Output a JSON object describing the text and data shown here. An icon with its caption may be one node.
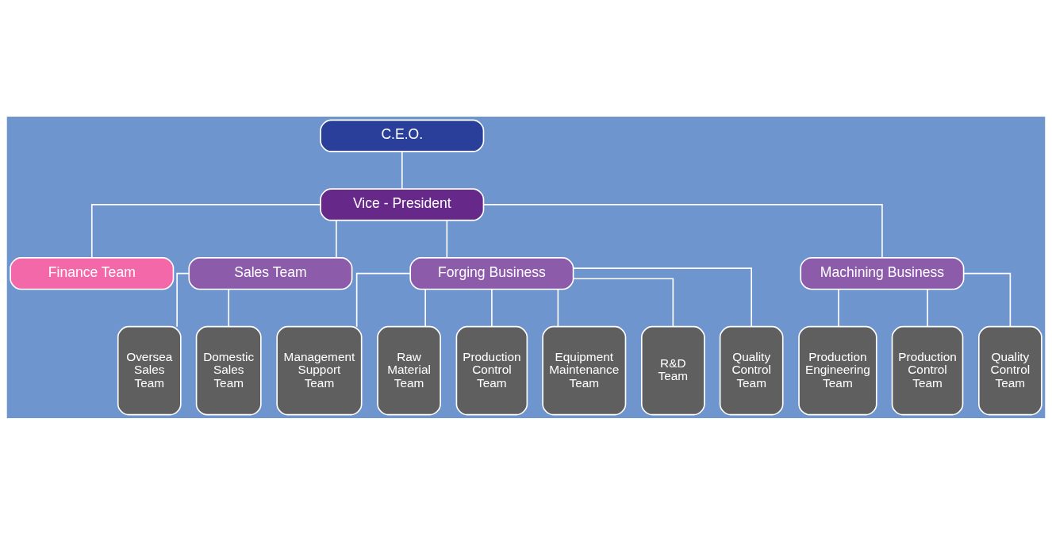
{
  "diagram": {
    "nodes": [
      {
        "text": [
          "C.E.O."
        ]
      },
      {
        "text": [
          "Vice - President"
        ]
      },
      {
        "text": [
          "Finance Team"
        ]
      },
      {
        "text": [
          "Sales Team"
        ]
      },
      {
        "text": [
          "Forging Business"
        ]
      },
      {
        "text": [
          "Machining Business"
        ]
      },
      {
        "text": [
          "Oversea Sales Team"
        ]
      },
      {
        "text": [
          "Domestic Sales Team"
        ]
      },
      {
        "text": [
          "Management Support Team"
        ]
      },
      {
        "text": [
          "Raw Material Team"
        ]
      },
      {
        "text": [
          "Production Control Team"
        ]
      },
      {
        "text": [
          "Equipment Maintenance Team"
        ]
      },
      {
        "text": [
          "R&D Team"
        ]
      },
      {
        "text": [
          "Quality Control Team"
        ]
      },
      {
        "text": [
          "Production Engineering Team"
        ]
      },
      {
        "text": [
          "Production Control Team"
        ]
      },
      {
        "text": [
          "Quality Control Team"
        ]
      }
    ],
    "edges": [
      {
        "from": 0,
        "to": 1,
        "arrow": "none"
      },
      {
        "from": 1,
        "to": 2,
        "arrow": "none"
      },
      {
        "from": 1,
        "to": 3,
        "arrow": "none"
      },
      {
        "from": 1,
        "to": 4,
        "arrow": "none"
      },
      {
        "from": 1,
        "to": 5,
        "arrow": "none"
      },
      {
        "from": 3,
        "to": 6,
        "arrow": "none"
      },
      {
        "from": 3,
        "to": 7,
        "arrow": "none"
      },
      {
        "from": 4,
        "to": 8,
        "arrow": "none"
      },
      {
        "from": 4,
        "to": 9,
        "arrow": "none"
      },
      {
        "from": 4,
        "to": 10,
        "arrow": "none"
      },
      {
        "from": 4,
        "to": 11,
        "arrow": "none"
      },
      {
        "from": 4,
        "to": 12,
        "arrow": "none"
      },
      {
        "from": 4,
        "to": 13,
        "arrow": "none"
      },
      {
        "from": 5,
        "to": 14,
        "arrow": "none"
      },
      {
        "from": 5,
        "to": 15,
        "arrow": "none"
      },
      {
        "from": 5,
        "to": 16,
        "arrow": "none"
      }
    ]
  }
}
